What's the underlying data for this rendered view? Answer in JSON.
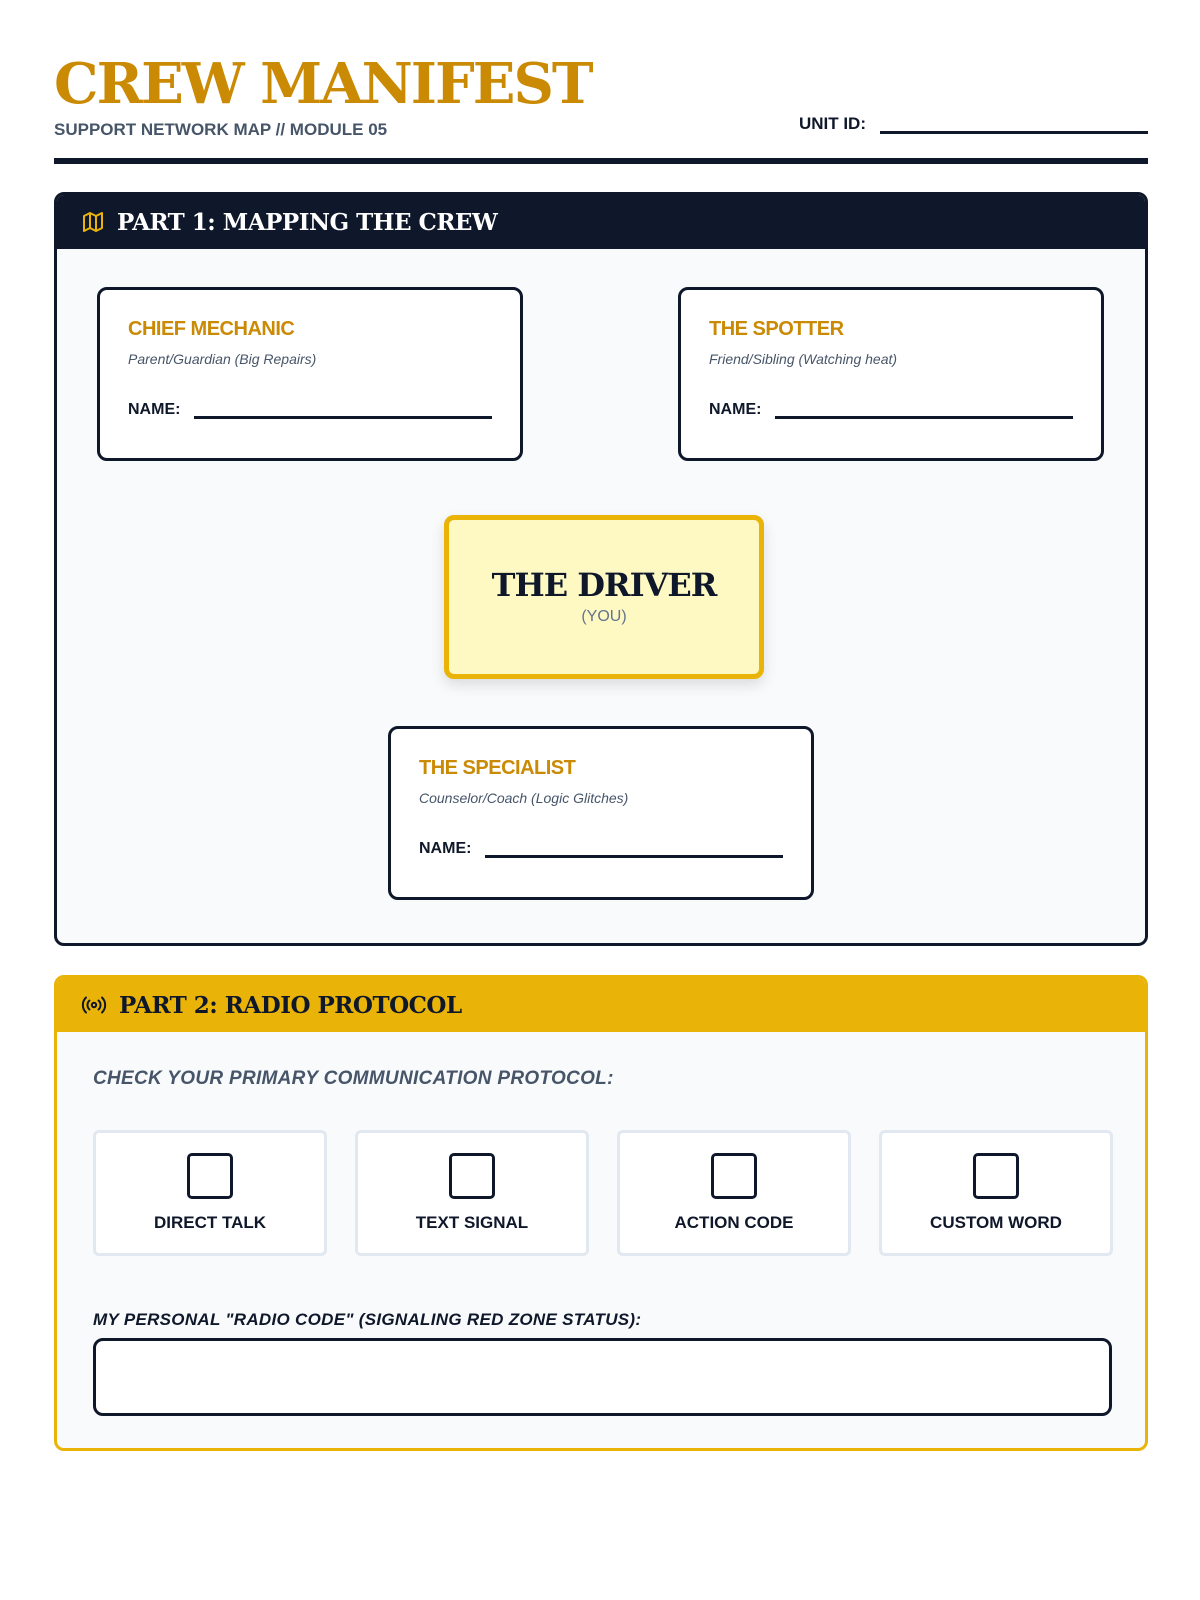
{
  "header": {
    "title": "CREW MANIFEST",
    "subtitle": "SUPPORT NETWORK MAP // MODULE 05",
    "unit_label": "UNIT ID:"
  },
  "part1": {
    "title": "PART 1: MAPPING THE CREW",
    "icon": "map-icon",
    "cards": [
      {
        "role": "CHIEF MECHANIC",
        "desc": "Parent/Guardian (Big Repairs)",
        "name_label": "NAME:"
      },
      {
        "role": "THE SPOTTER",
        "desc": "Friend/Sibling (Watching heat)",
        "name_label": "NAME:"
      },
      {
        "role": "THE SPECIALIST",
        "desc": "Counselor/Coach (Logic Glitches)",
        "name_label": "NAME:"
      }
    ],
    "driver": {
      "title": "THE DRIVER",
      "sub": "(YOU)"
    }
  },
  "part2": {
    "title": "PART 2: RADIO PROTOCOL",
    "icon": "radio-broadcast-icon",
    "question": "CHECK YOUR PRIMARY COMMUNICATION PROTOCOL:",
    "options": [
      "DIRECT TALK",
      "TEXT SIGNAL",
      "ACTION CODE",
      "CUSTOM WORD"
    ],
    "code_label": "MY PERSONAL \"RADIO CODE\" (SIGNALING RED ZONE STATUS):"
  },
  "colors": {
    "accent": "#ca8a04",
    "dark": "#0f172a",
    "yellow": "#eab308"
  }
}
